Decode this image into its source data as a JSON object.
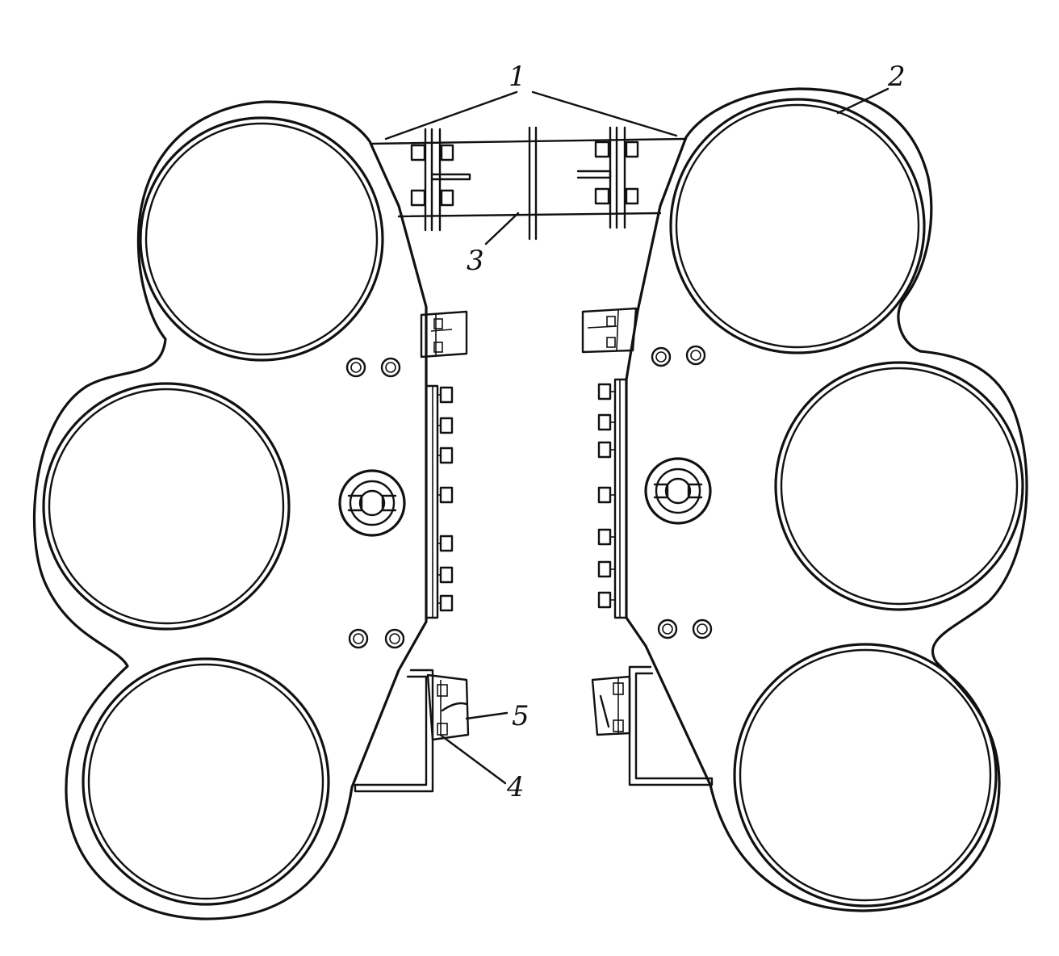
{
  "callouts": {
    "c1": "1",
    "c2": "2",
    "c3": "3",
    "c4": "4",
    "c5": "5"
  },
  "colors": {
    "ink": "#111111",
    "paper": "#ffffff"
  }
}
